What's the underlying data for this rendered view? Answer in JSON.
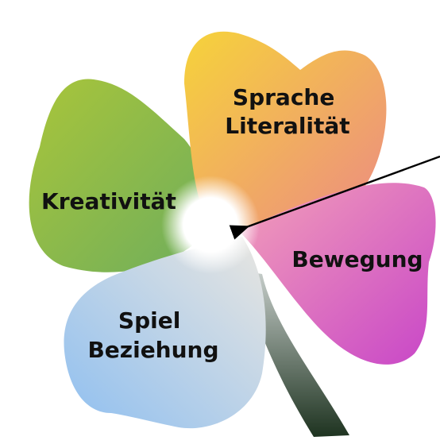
{
  "clover": {
    "petals": [
      {
        "id": "sprache",
        "lines": [
          "Sprache",
          "Literalität"
        ],
        "color_a": "#f6d33a",
        "color_b": "#ec8a84"
      },
      {
        "id": "bewegung",
        "lines": [
          "Bewegung"
        ],
        "color_a": "#f3a0b8",
        "color_b": "#c846c8"
      },
      {
        "id": "spiel",
        "lines": [
          "Spiel",
          "Beziehung"
        ],
        "color_a": "#e9e6e0",
        "color_b": "#8fbff0"
      },
      {
        "id": "kreativitaet",
        "lines": [
          "Kreativität"
        ],
        "color_a": "#a9c53a",
        "color_b": "#6fae5c"
      }
    ],
    "stem_color": "#1e3320",
    "center_color": "#ffffff",
    "arrow_color": "#000000"
  }
}
